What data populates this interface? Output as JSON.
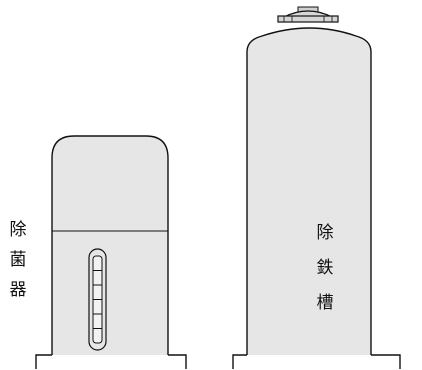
{
  "colors": {
    "tank_fill": "#e6e6e6",
    "outline": "#111111",
    "background": "#ffffff"
  },
  "left_tank": {
    "label_chars": [
      "除",
      "菌",
      "器"
    ],
    "level_gauge_segments": 6
  },
  "right_tank": {
    "label_chars": [
      "除",
      "鉄",
      "槽"
    ]
  }
}
